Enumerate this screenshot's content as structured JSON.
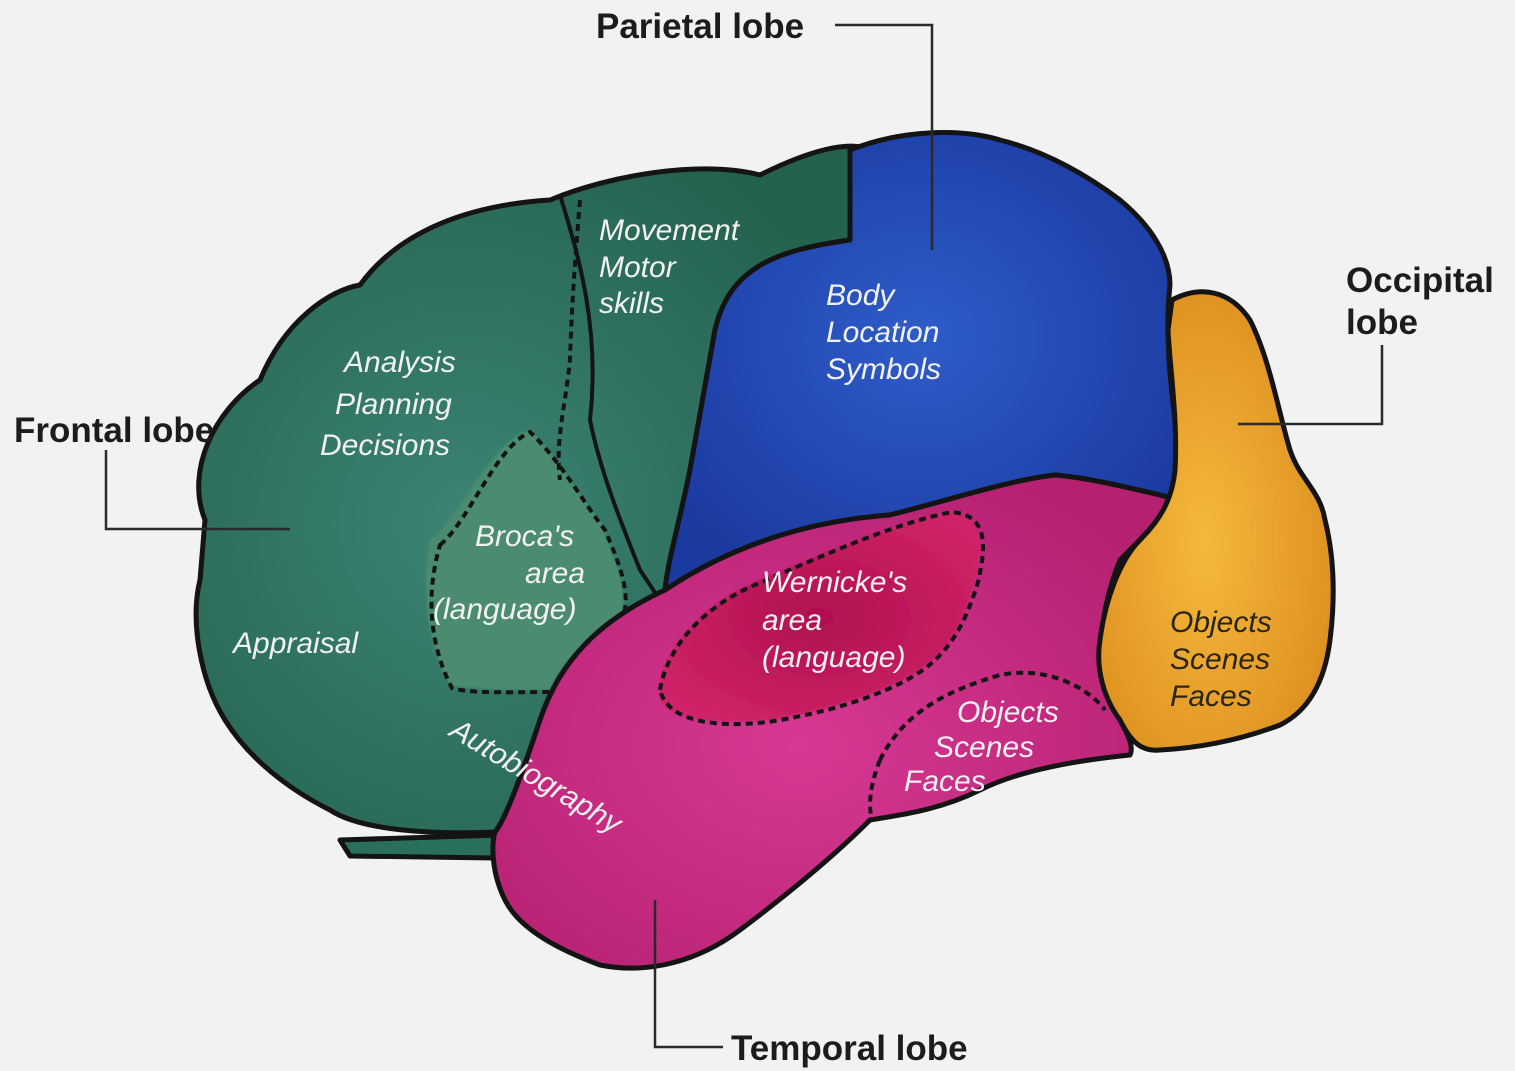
{
  "colors": {
    "frontal": "#2f7466",
    "broca": "#4a8a6e",
    "motor": "#2a6f5f",
    "parietal": "#2547b6",
    "temporal": "#cc2d86",
    "wernicke": "#c2185a",
    "occipital": "#efa82d",
    "background": "#f1f2f1"
  },
  "lobes": {
    "frontal": "Frontal lobe",
    "parietal": "Parietal lobe",
    "occipital_line1": "Occipital",
    "occipital_line2": "lobe",
    "temporal": "Temporal lobe"
  },
  "functions": {
    "frontal": [
      "Analysis",
      "Planning",
      "Decisions"
    ],
    "motor": [
      "Movement",
      "Motor",
      "skills"
    ],
    "parietal": [
      "Body",
      "Location",
      "Symbols"
    ],
    "broca": [
      "Broca's",
      "area",
      "(language)"
    ],
    "wernicke": [
      "Wernicke's",
      "area",
      "(language)"
    ],
    "appraisal": "Appraisal",
    "autobiography": "Autobiography",
    "temporal_objects": [
      "Objects",
      "Scenes",
      "Faces"
    ],
    "occipital_objects": [
      "Objects",
      "Scenes",
      "Faces"
    ]
  }
}
